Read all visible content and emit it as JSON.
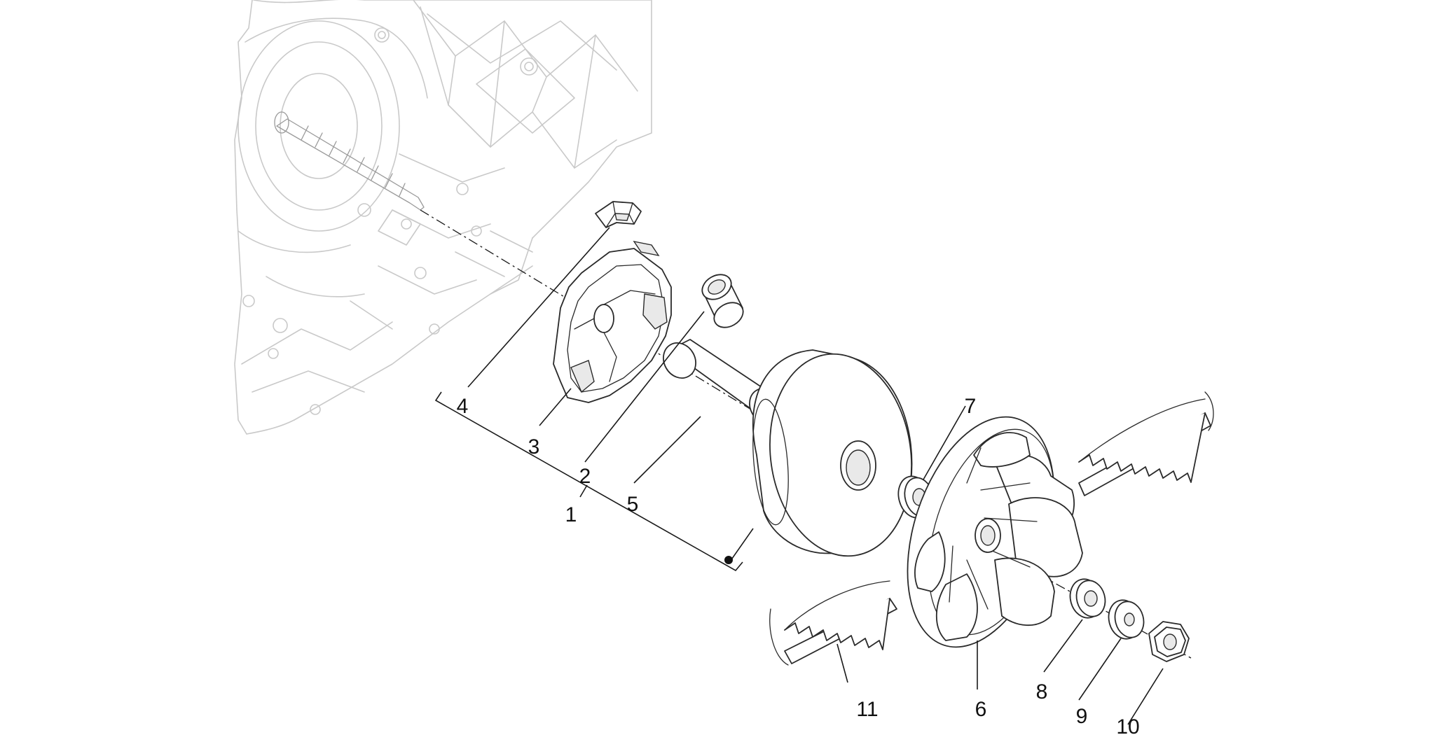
{
  "labels": {
    "p1": "1",
    "p2": "2",
    "p3": "3",
    "p4": "4",
    "p5": "5",
    "p6": "6",
    "p7": "7",
    "p8": "8",
    "p9": "9",
    "p10": "10",
    "p11": "11"
  },
  "colors": {
    "line": "#2a2a2a",
    "ghost": "#c9c9c9",
    "background": "#ffffff"
  }
}
